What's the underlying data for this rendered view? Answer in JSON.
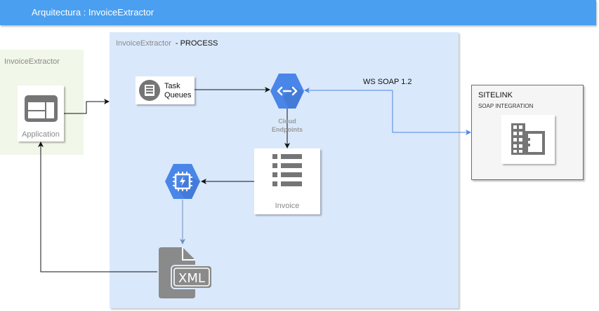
{
  "header": {
    "title": "Arquitectura : InvoiceExtractor"
  },
  "colors": {
    "header_bg": "#4a9ff0",
    "process_bg": "#dae8fb",
    "client_bg": "#f1f7e9",
    "gcp_blue": "#4a86e8",
    "icon_gray": "#757575",
    "soap_link": "#4a86e8"
  },
  "zones": {
    "client": {
      "label": "InvoiceExtractor"
    },
    "process": {
      "label": "InvoiceExtractor",
      "suffix": "- PROCESS"
    }
  },
  "nodes": {
    "application": {
      "label": "Application",
      "icon": "application-window-icon"
    },
    "task_queues": {
      "label_line1": "Task",
      "label_line2": "Queues",
      "icon": "task-queues-icon"
    },
    "cloud_endpoints": {
      "label_line1": "Cloud",
      "label_line2": "Endpoints",
      "icon": "cloud-endpoints-icon"
    },
    "invoice": {
      "label": "Invoice",
      "icon": "list-icon"
    },
    "compute": {
      "icon": "compute-engine-icon"
    },
    "xml": {
      "badge": "XML",
      "icon": "xml-file-icon"
    },
    "sitelink": {
      "title": "SITELINK",
      "subtitle": "SOAP INTEGRATION",
      "icon": "building-icon"
    }
  },
  "edges": {
    "soap": {
      "label": "WS SOAP 1.2"
    }
  }
}
